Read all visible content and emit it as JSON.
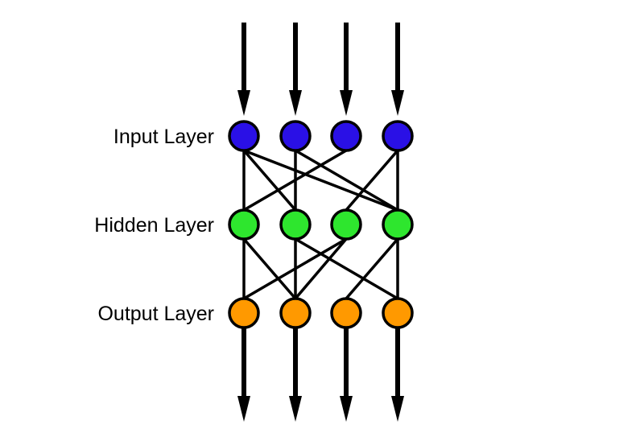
{
  "layers": [
    {
      "label": "Input Layer",
      "color": "#2a10e6"
    },
    {
      "label": "Hidden Layer",
      "color": "#2ee62e"
    },
    {
      "label": "Output Layer",
      "color": "#ff9900"
    }
  ],
  "nodes_per_layer": 4,
  "connections": [
    [
      [
        0,
        0
      ],
      [
        0,
        1
      ],
      [
        0,
        3
      ],
      [
        1,
        1
      ],
      [
        1,
        3
      ],
      [
        2,
        0
      ],
      [
        3,
        2
      ],
      [
        3,
        3
      ]
    ],
    [
      [
        0,
        0
      ],
      [
        0,
        1
      ],
      [
        1,
        1
      ],
      [
        1,
        3
      ],
      [
        2,
        0
      ],
      [
        2,
        1
      ],
      [
        3,
        2
      ],
      [
        3,
        3
      ]
    ]
  ]
}
